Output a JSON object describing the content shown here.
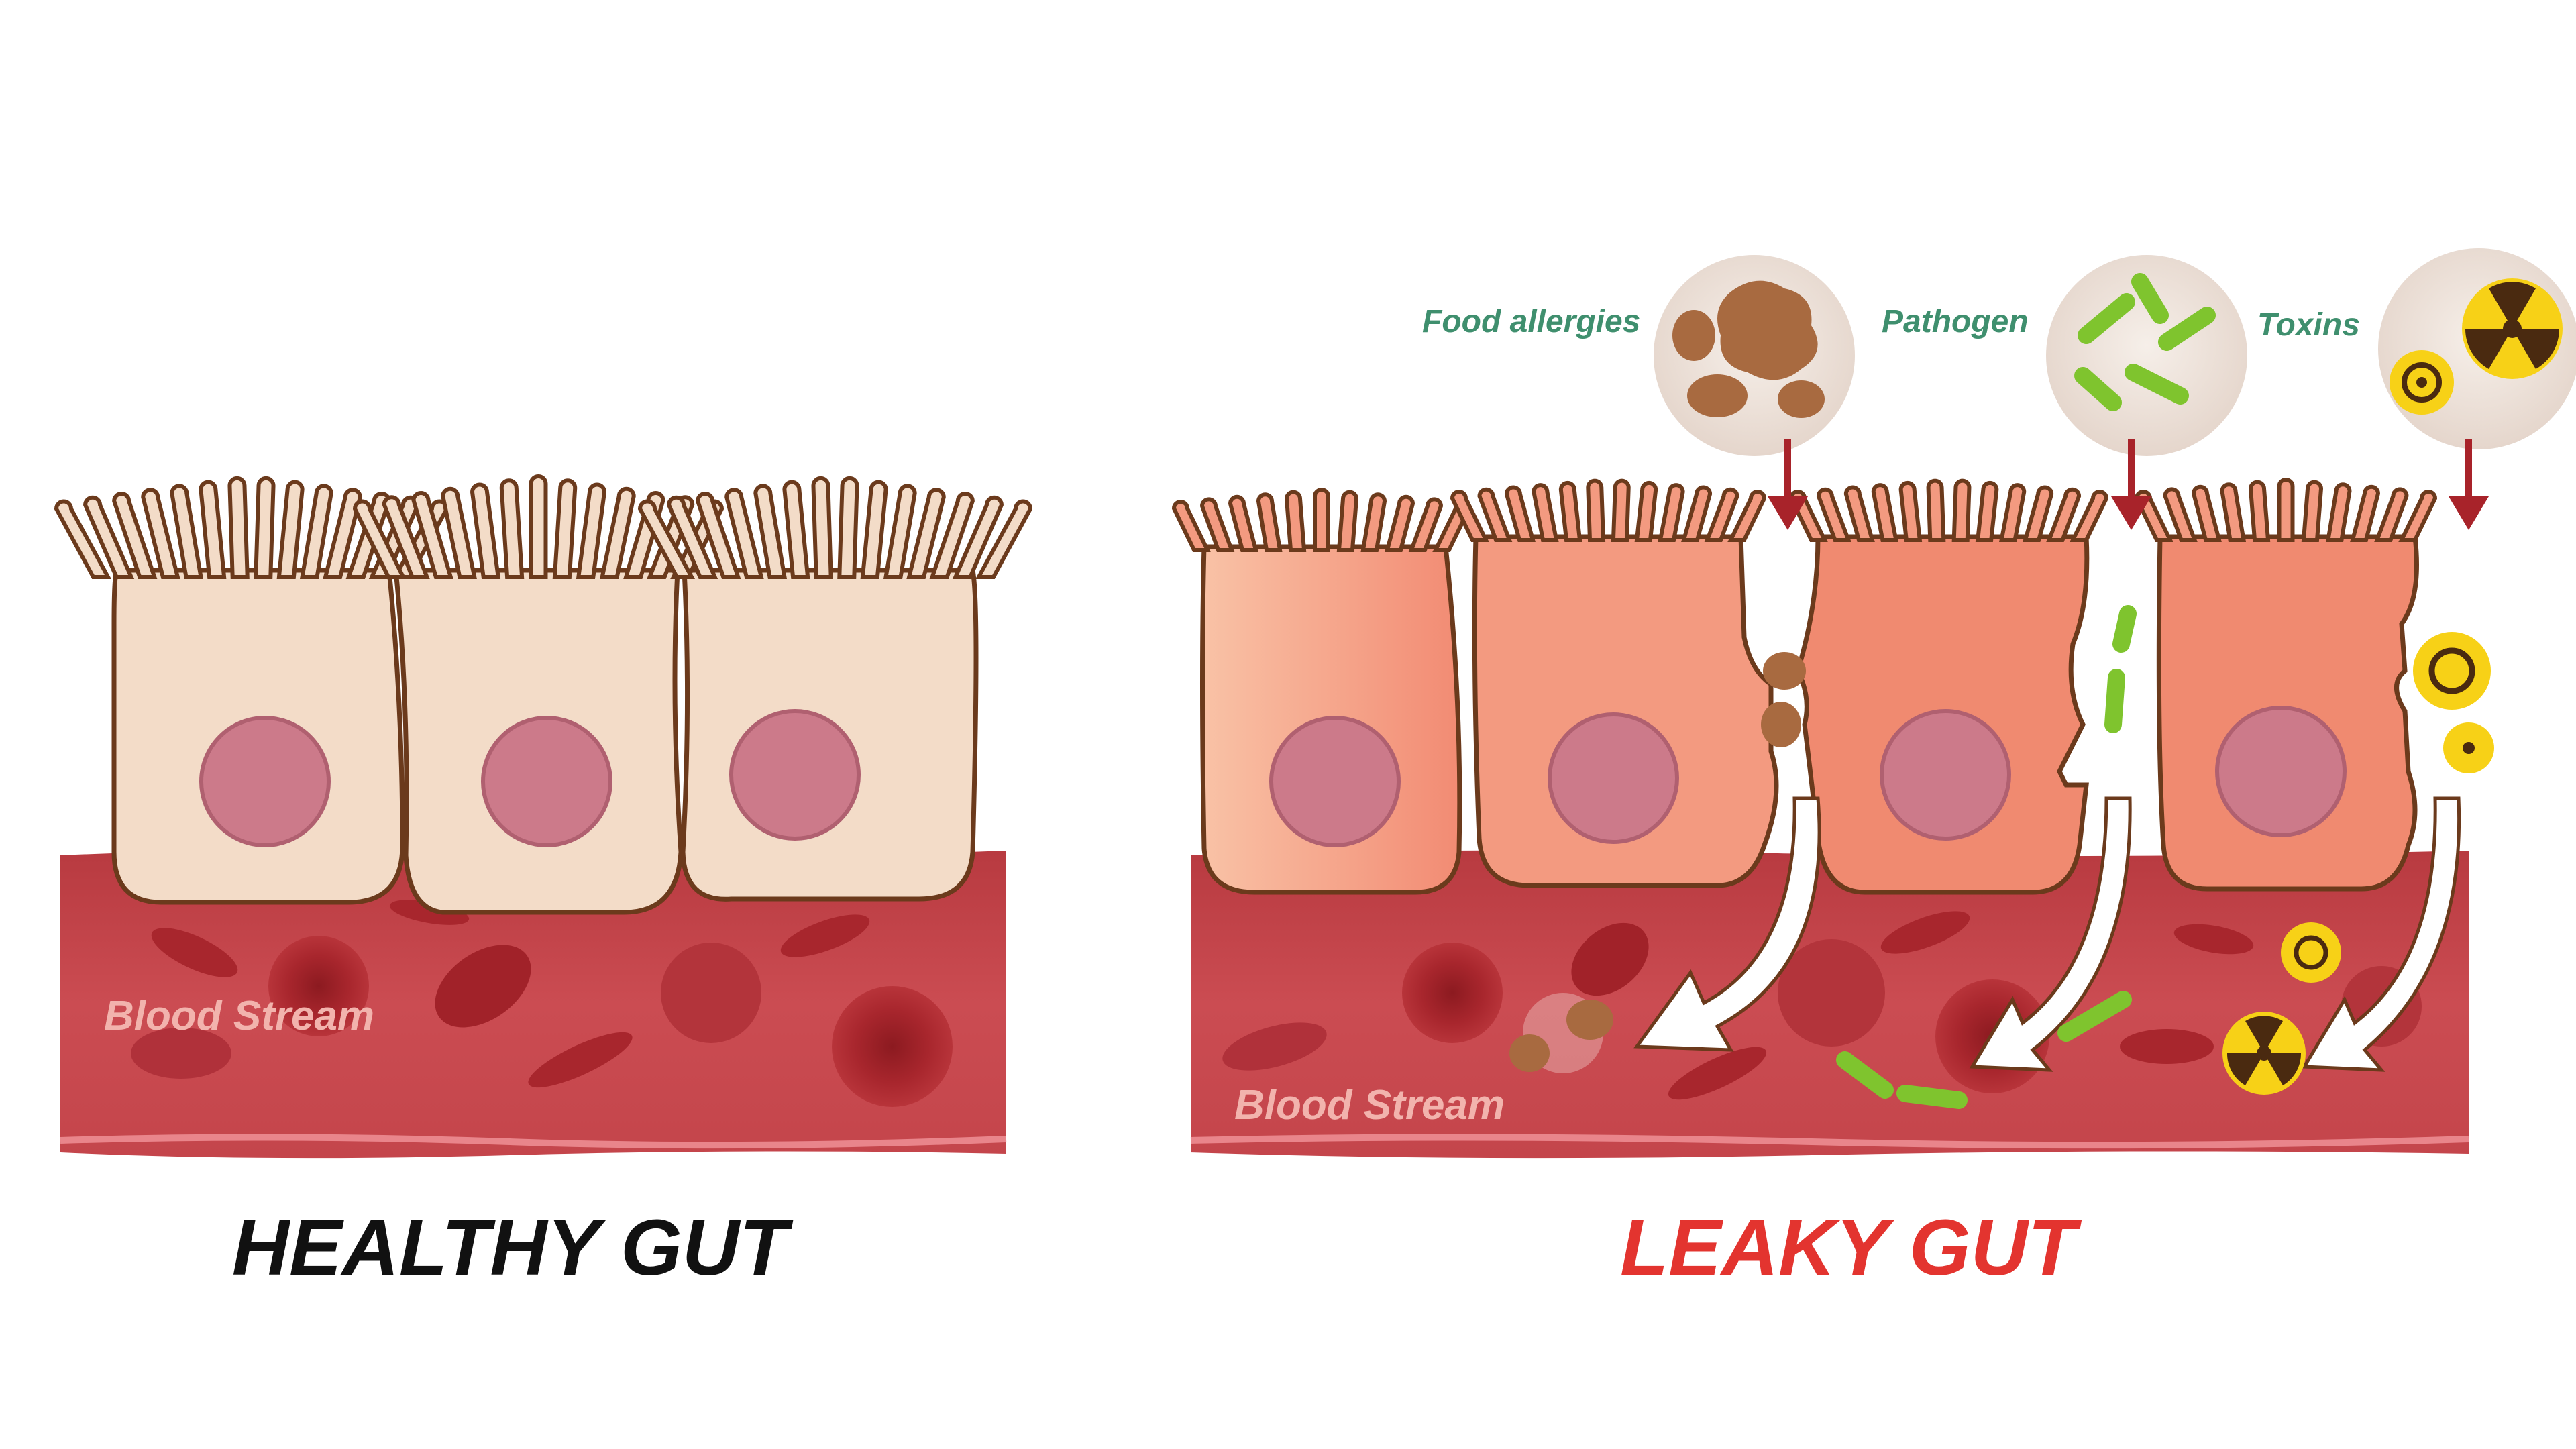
{
  "healthy": {
    "title": "HEALTHY GUT",
    "blood_label": "Blood Stream"
  },
  "leaky": {
    "title": "LEAKY GUT",
    "blood_label": "Blood Stream",
    "callouts": [
      {
        "label": "Food allergies",
        "icon": "food-particle-icon"
      },
      {
        "label": "Pathogen",
        "icon": "bacteria-icon"
      },
      {
        "label": "Toxins",
        "icon": "radiation-icon"
      }
    ]
  },
  "colors": {
    "title_healthy": "#111111",
    "title_leaky": "#e3342f",
    "callout_text": "#3f8f6e",
    "blood": "#c9474d",
    "healthy_cell": "#f3dcc8",
    "leaky_cell": "#f3937a",
    "nucleus": "#cc7a8a",
    "outline": "#6b3a1c",
    "arrow": "#a8232a",
    "food": "#a86a40",
    "bacteria": "#8fd13a",
    "toxin": "#f7d117"
  }
}
